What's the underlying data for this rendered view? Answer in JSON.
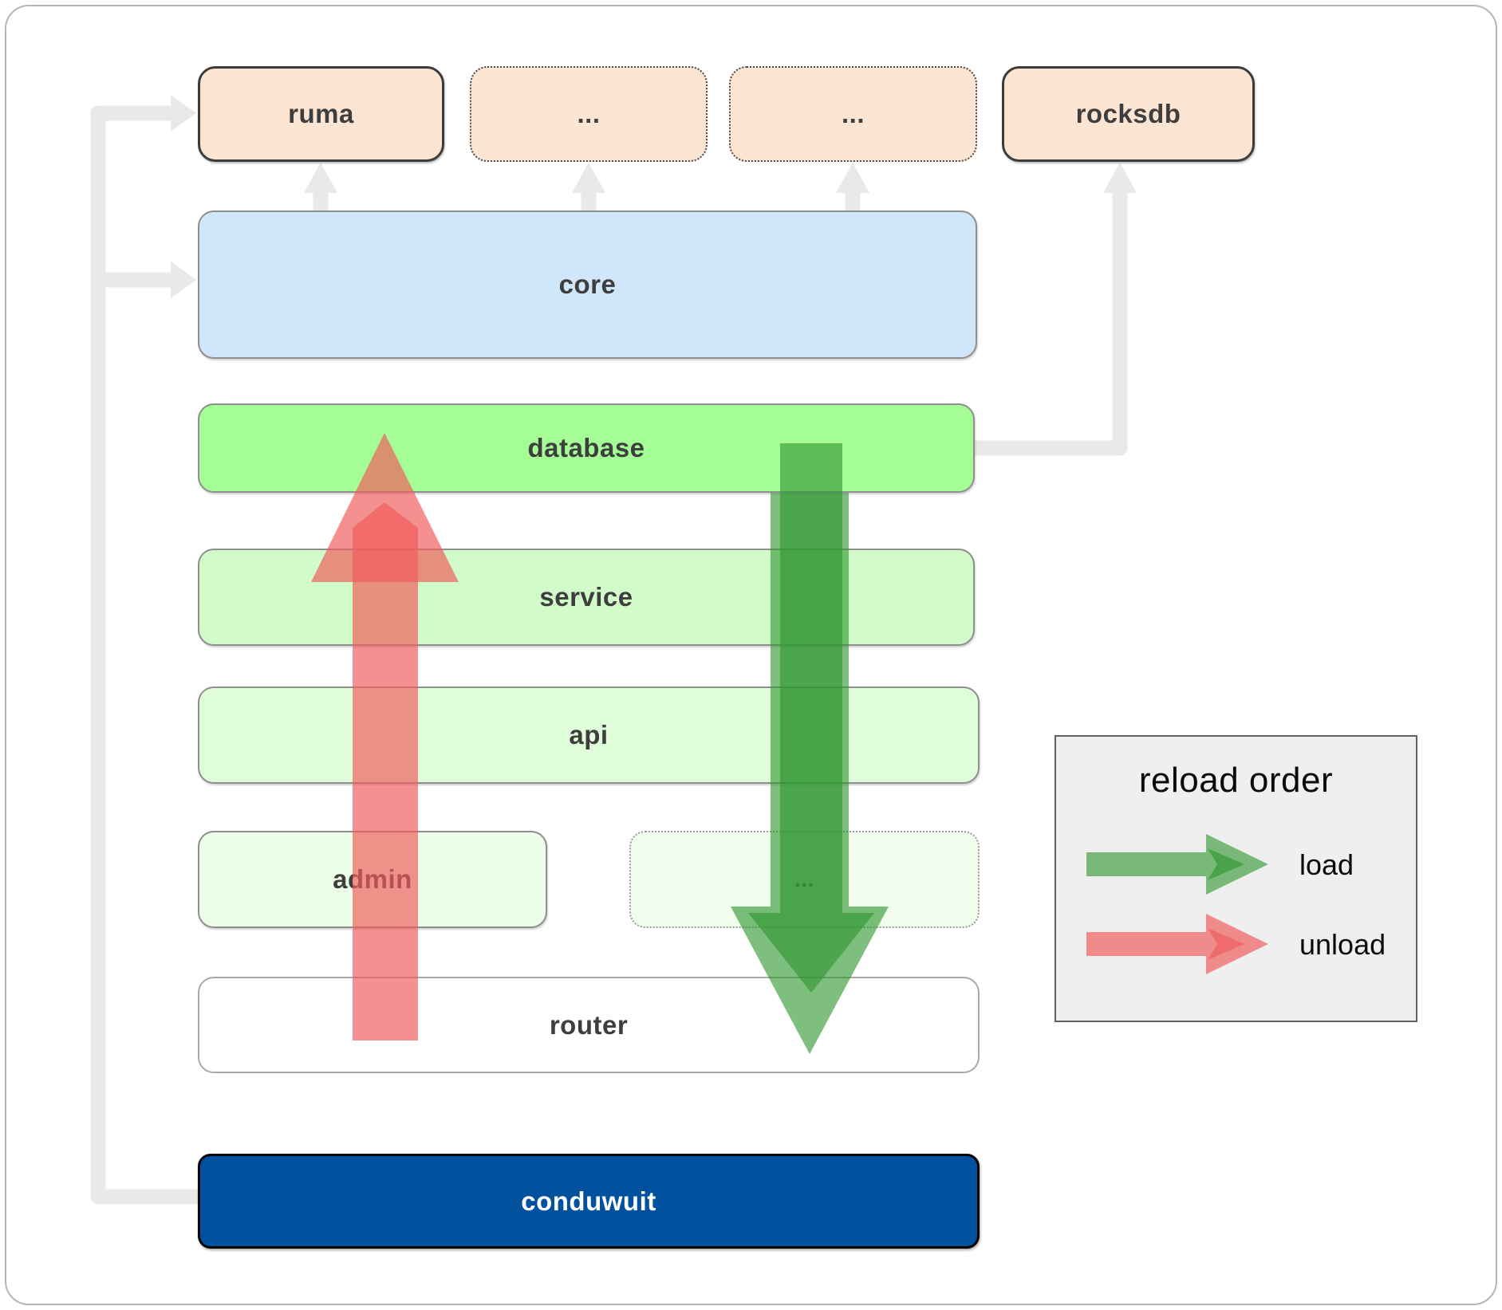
{
  "diagram": {
    "top_row": [
      {
        "label": "ruma",
        "border": "solid"
      },
      {
        "label": "...",
        "border": "dotted"
      },
      {
        "label": "...",
        "border": "dotted"
      },
      {
        "label": "rocksdb",
        "border": "solid"
      }
    ],
    "layers": [
      {
        "label": "core"
      },
      {
        "label": "database"
      },
      {
        "label": "service"
      },
      {
        "label": "api"
      }
    ],
    "admin_row": [
      {
        "label": "admin",
        "border": "solid"
      },
      {
        "label": "...",
        "border": "dotted"
      }
    ],
    "router_label": "router",
    "app_label": "conduwuit",
    "arrows": [
      {
        "name": "load-arrow",
        "direction": "down",
        "color": "rgba(47,150,47,0.62)"
      },
      {
        "name": "unload-arrow",
        "direction": "up",
        "color": "rgba(240,92,92,0.68)"
      }
    ]
  },
  "legend": {
    "title": "reload order",
    "items": [
      {
        "icon": "load-arrow-icon",
        "label": "load",
        "color": "rgba(47,150,47,0.62)"
      },
      {
        "icon": "unload-arrow-icon",
        "label": "unload",
        "color": "rgba(240,92,92,0.68)"
      }
    ]
  },
  "colors": {
    "peach": "#fde5d4",
    "blue": "#d0e6fb",
    "green_bright": "#a5fd96",
    "green_mid": "#d1fcca",
    "green_light": "#dffdd8",
    "green_faint": "#ecfde8",
    "green_faint2": "#f0fdec",
    "navy": "#02519f",
    "legend_bg": "#efefef",
    "gray_connector": "#e9e9e9",
    "border_dark": "#3c3c3c",
    "border_gray": "#8f8f8f",
    "text_dark": "#3e3e3e",
    "arrow_green": "rgba(47,150,47,0.62)",
    "arrow_red": "rgba(240,92,92,0.68)"
  }
}
